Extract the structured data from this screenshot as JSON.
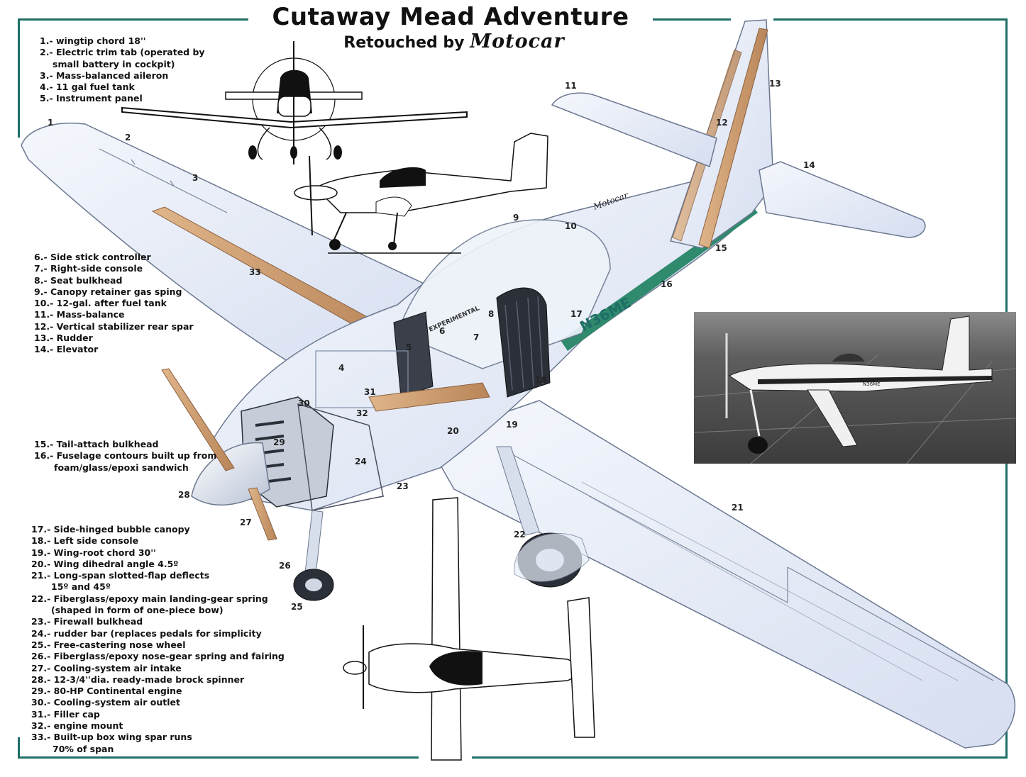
{
  "title": "Cutaway Mead Adventure",
  "subtitle_prefix": "Retouched by",
  "subtitle_brand": "Motocar",
  "fuselage_brand": "Motocar",
  "registration": "N36ME",
  "canopy_text": "EXPERIMENTAL",
  "photo_registration": "N36ME",
  "legend_group_1": [
    "1.- wingtip chord 18''",
    "2.- Electric trim tab (operated by",
    "small battery in cockpit)",
    "3.- Mass-balanced aileron",
    "4.- 11 gal fuel tank",
    "5.- Instrument panel"
  ],
  "legend_group_2": [
    "6.- Side stick controller",
    "7.- Right-side console",
    "8.- Seat bulkhead",
    "9.- Canopy retainer gas sping",
    "10.- 12-gal. after fuel tank",
    "11.- Mass-balance",
    "12.- Vertical stabilizer rear spar",
    "13.- Rudder",
    "14.- Elevator"
  ],
  "legend_group_3": [
    "15.- Tail-attach bulkhead",
    "16.- Fuselage contours built up from",
    "foam/glass/epoxi sandwich"
  ],
  "legend_group_4": [
    "17.- Side-hinged bubble canopy",
    "18.- Left side console",
    "19.- Wing-root chord 30''",
    "20.- Wing dihedral angle 4.5º",
    "21.- Long-span slotted-flap deflects",
    "15º and 45º",
    "22.- Fiberglass/epoxy main landing-gear spring",
    "(shaped in form of one-piece bow)",
    "23.- Firewall bulkhead",
    "24.- rudder bar (replaces pedals for simplicity",
    "25.- Free-castering nose wheel",
    "26.- Fiberglass/epoxy nose-gear spring and fairing",
    "27.- Cooling-system air intake",
    "28.- 12-3/4''dia. ready-made brock spinner",
    "29.- 80-HP Continental engine",
    "30.- Cooling-system air outlet",
    "31.- Filler cap",
    "32.- engine mount",
    "33.- Built-up box wing spar runs",
    "70% of span"
  ],
  "callouts": [
    "1",
    "2",
    "3",
    "4",
    "5",
    "6",
    "7",
    "8",
    "9",
    "10",
    "11",
    "12",
    "13",
    "14",
    "15",
    "16",
    "17",
    "18",
    "19",
    "20",
    "21",
    "22",
    "23",
    "24",
    "25",
    "26",
    "27",
    "28",
    "29",
    "30",
    "31",
    "32",
    "33"
  ],
  "colors": {
    "frame": "#1f6f66",
    "stripe": "#2f8a6e",
    "wood": "#c8966a",
    "skin": "#e8eef8",
    "outline": "#6b7890"
  }
}
